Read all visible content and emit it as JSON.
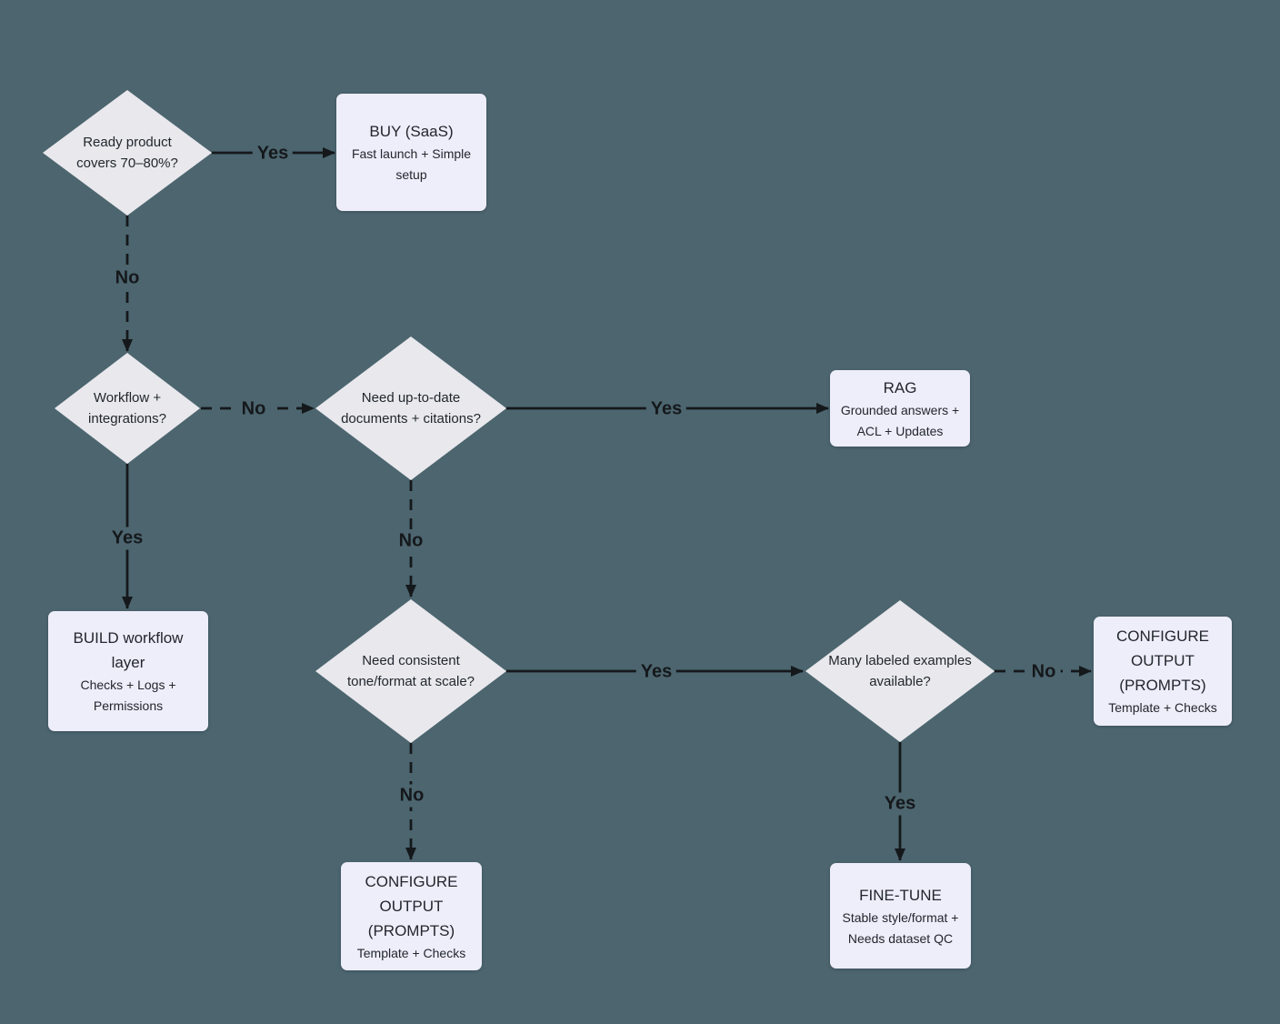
{
  "colors": {
    "background": "#4c656f",
    "decision_fill": "#e8e8ed",
    "process_fill": "#eeedfa",
    "text": "#22272d",
    "edge_stroke": "#15181b"
  },
  "nodes": {
    "ready_product": {
      "type": "decision",
      "lines": [
        "Ready product",
        "covers 70–80%?"
      ]
    },
    "buy_saas": {
      "type": "process",
      "title_lines": [
        "BUY (SaaS)"
      ],
      "subtitle_lines": [
        "Fast launch + Simple",
        "setup"
      ]
    },
    "workflow": {
      "type": "decision",
      "lines": [
        "Workflow +",
        "integrations?"
      ]
    },
    "need_docs": {
      "type": "decision",
      "lines": [
        "Need up-to-date",
        "documents + citations?"
      ]
    },
    "rag": {
      "type": "process",
      "title_lines": [
        "RAG"
      ],
      "subtitle_lines": [
        "Grounded answers +",
        "ACL + Updates"
      ]
    },
    "build_workflow": {
      "type": "process",
      "title_lines": [
        "BUILD workflow",
        "layer"
      ],
      "subtitle_lines": [
        "Checks + Logs +",
        "Permissions"
      ]
    },
    "need_tone": {
      "type": "decision",
      "lines": [
        "Need consistent",
        "tone/format at scale?"
      ]
    },
    "many_examples": {
      "type": "decision",
      "lines": [
        "Many labeled examples",
        "available?"
      ]
    },
    "configure_output_right": {
      "type": "process",
      "title_lines": [
        "CONFIGURE",
        "OUTPUT",
        "(PROMPTS)"
      ],
      "subtitle_lines": [
        "Template + Checks"
      ]
    },
    "configure_output_bottom": {
      "type": "process",
      "title_lines": [
        "CONFIGURE",
        "OUTPUT",
        "(PROMPTS)"
      ],
      "subtitle_lines": [
        "Template + Checks"
      ]
    },
    "fine_tune": {
      "type": "process",
      "title_lines": [
        "FINE-TUNE"
      ],
      "subtitle_lines": [
        "Stable style/format +",
        "Needs dataset QC"
      ]
    }
  },
  "edges": [
    {
      "from": "ready_product",
      "to": "buy_saas",
      "label": "Yes",
      "style": "solid"
    },
    {
      "from": "ready_product",
      "to": "workflow",
      "label": "No",
      "style": "dashed"
    },
    {
      "from": "workflow",
      "to": "need_docs",
      "label": "No",
      "style": "dashed"
    },
    {
      "from": "workflow",
      "to": "build_workflow",
      "label": "Yes",
      "style": "solid"
    },
    {
      "from": "need_docs",
      "to": "rag",
      "label": "Yes",
      "style": "solid"
    },
    {
      "from": "need_docs",
      "to": "need_tone",
      "label": "No",
      "style": "dashed"
    },
    {
      "from": "need_tone",
      "to": "many_examples",
      "label": "Yes",
      "style": "solid"
    },
    {
      "from": "need_tone",
      "to": "configure_output_bottom",
      "label": "No",
      "style": "dashed"
    },
    {
      "from": "many_examples",
      "to": "configure_output_right",
      "label": "No",
      "style": "dashed"
    },
    {
      "from": "many_examples",
      "to": "fine_tune",
      "label": "Yes",
      "style": "solid"
    }
  ]
}
